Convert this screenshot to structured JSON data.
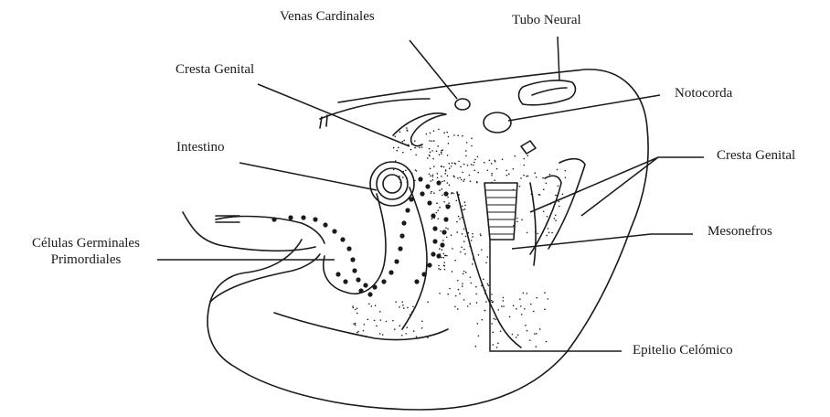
{
  "labels": {
    "venas_cardinales": "Venas Cardinales",
    "tubo_neural": "Tubo Neural",
    "cresta_genital_left": "Cresta Genital",
    "notocorda": "Notocorda",
    "intestino": "Intestino",
    "cresta_genital_right": "Cresta Genital",
    "mesonefros": "Mesonefros",
    "celulas_germinales_line1": "Células Germinales",
    "celulas_germinales_line2": "Primordiales",
    "epitelio_celomico": "Epitelio Celómico"
  },
  "colors": {
    "ink": "#1a1a1a",
    "background": "#ffffff"
  }
}
